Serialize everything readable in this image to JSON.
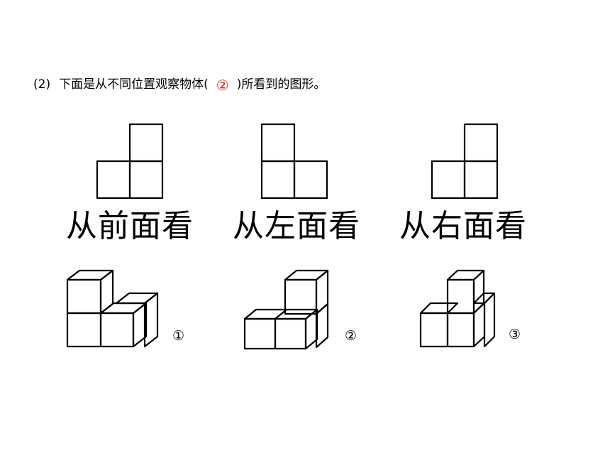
{
  "question": {
    "number": "(2)",
    "text_before": "下面是从不同位置观察物体(",
    "answer": "②",
    "text_after": ")所看到的图形。"
  },
  "views": [
    {
      "label": "从前面看",
      "shape": "front"
    },
    {
      "label": "从左面看",
      "shape": "left"
    },
    {
      "label": "从右面看",
      "shape": "right"
    }
  ],
  "options": [
    {
      "marker": "①"
    },
    {
      "marker": "②"
    },
    {
      "marker": "③"
    }
  ],
  "colors": {
    "answer": "#e02020",
    "line": "#000000"
  }
}
